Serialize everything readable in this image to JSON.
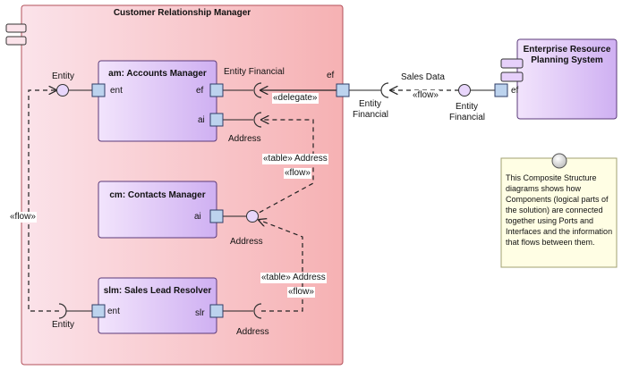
{
  "colors": {
    "container_fill_start": "#fbe3ea",
    "container_fill_end": "#f6b1b3",
    "container_border": "#b3505a",
    "component_fill_start": "#f2e4fc",
    "component_fill_end": "#cfb0f2",
    "component_border": "#5b3a7a",
    "port_fill": "#bcd3ee",
    "port_border": "#2f3d66",
    "note_fill": "#fffee4",
    "note_border": "#a0a070"
  },
  "container": {
    "title": "Customer Relationship Manager"
  },
  "components": {
    "accounts_manager": {
      "name": "am: Accounts Manager",
      "port_ent": "ent",
      "port_ef": "ef",
      "port_ai": "ai"
    },
    "contacts_manager": {
      "name": "cm: Contacts Manager",
      "port_ai": "ai"
    },
    "sales_lead_resolver": {
      "name": "slm: Sales Lead Resolver",
      "port_ent": "ent",
      "port_slr": "slr"
    }
  },
  "erp": {
    "title_line1": "Enterprise Resource",
    "title_line2": "Planning System",
    "port_ef": "ef"
  },
  "crm_port_ef": "ef",
  "labels": {
    "entity_top": "Entity",
    "entity_bottom": "Entity",
    "entity_financial_top": "Entity Financial",
    "delegate": "«delegate»",
    "address_am": "Address",
    "table_address_1": "«table» Address",
    "flow_1": "«flow»",
    "address_cm": "Address",
    "table_address_2": "«table» Address",
    "flow_2": "«flow»",
    "address_slm": "Address",
    "flow_left": "«flow»",
    "sales_data": "Sales Data",
    "flow_sales": "«flow»",
    "entity_financial_crm_1": "Entity",
    "entity_financial_crm_2": "Financial",
    "entity_financial_erp_1": "Entity",
    "entity_financial_erp_2": "Financial"
  },
  "note": {
    "text": "This Composite Structure diagrams shows how Components (logical parts of the solution) are connected together using Ports and Interfaces and the information that flows between them."
  }
}
